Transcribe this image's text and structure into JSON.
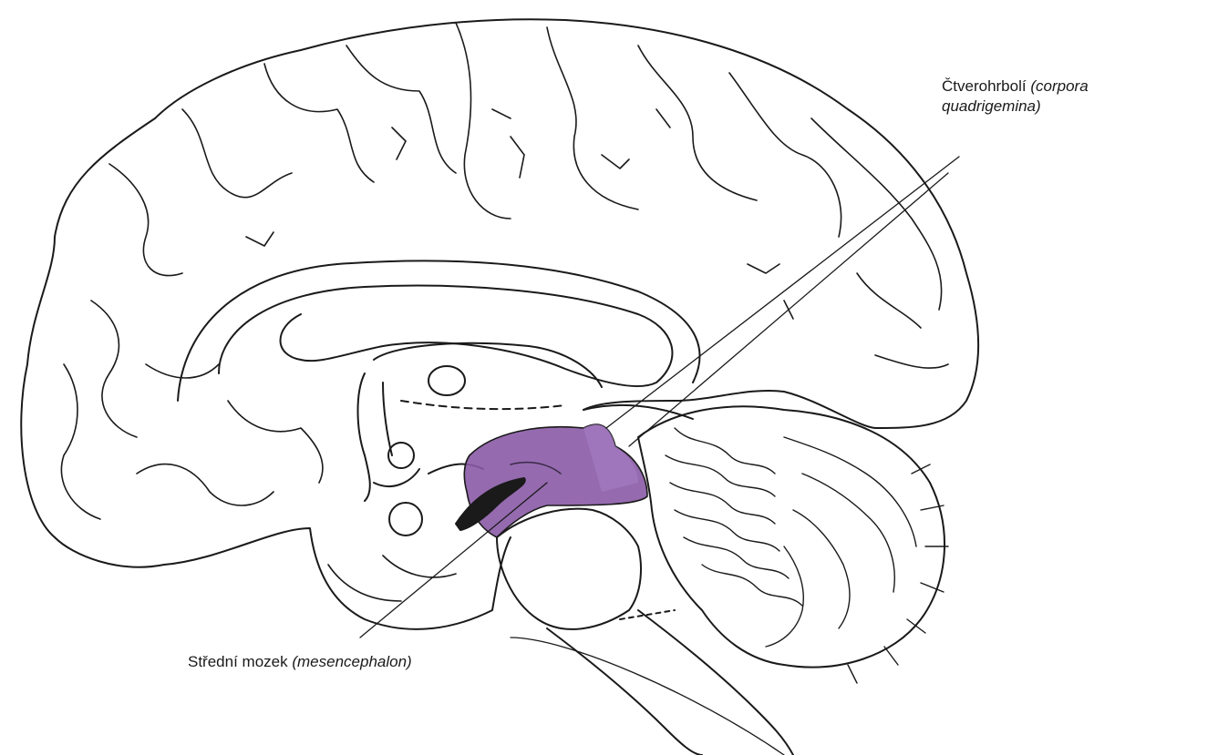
{
  "labels": {
    "corpora_quadrigemina": {
      "name": "Čtverohrbolí",
      "latin_line1": "(corpora",
      "latin_line2": "quadrigemina)"
    },
    "mesencephalon": {
      "name": "Střední mozek",
      "latin": "(mesencephalon)"
    }
  },
  "colors": {
    "highlight": "#8a5aa6",
    "highlight_light": "#a47cc0",
    "line": "#1a1a1a",
    "background": "#ffffff"
  }
}
